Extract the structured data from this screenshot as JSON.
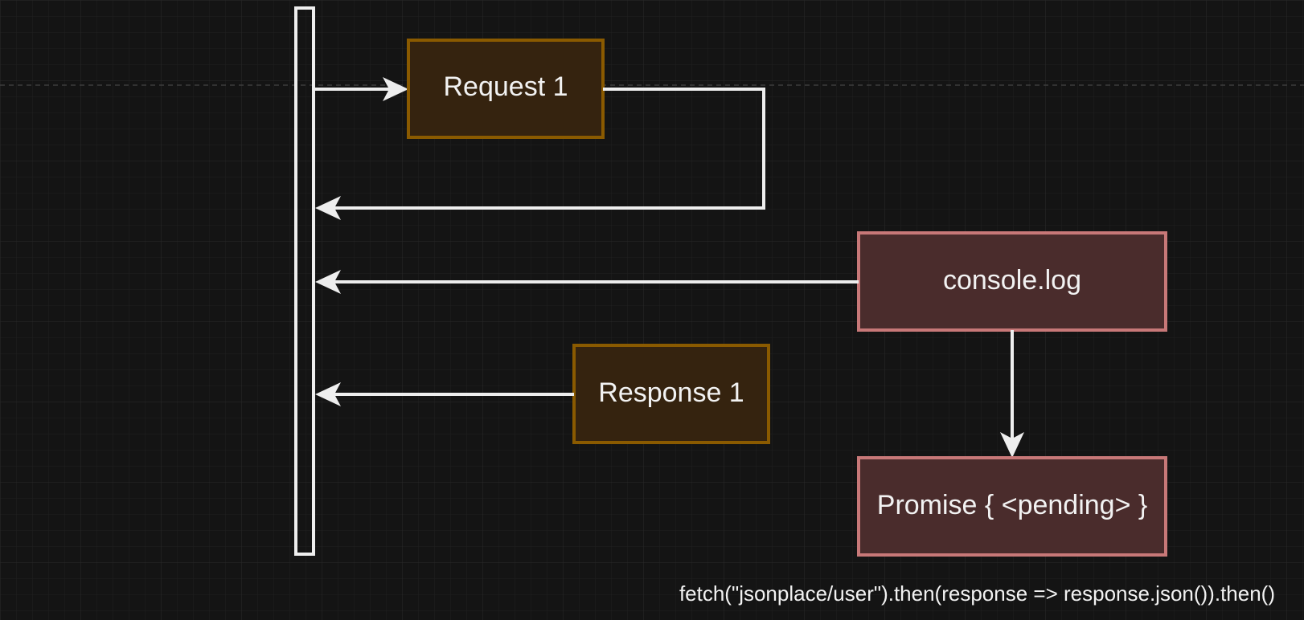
{
  "diagram": {
    "nodes": {
      "request": {
        "label": "Request 1"
      },
      "response": {
        "label": "Response 1"
      },
      "console": {
        "label": "console.log"
      },
      "promise": {
        "label": "Promise { <pending> }"
      }
    },
    "code_caption": "fetch(\"jsonplace/user\").then(response => response.json()).then()"
  },
  "colors": {
    "background": "#141414",
    "grid_minor": "#222222",
    "grid_major": "#2b2b2b",
    "guide_dashed": "#3d3d3d",
    "stroke_light": "#eeeeee",
    "request_fill": "#35230f",
    "request_stroke": "#8a5a00",
    "console_fill": "#4a2c2c",
    "console_stroke": "#c87878"
  }
}
